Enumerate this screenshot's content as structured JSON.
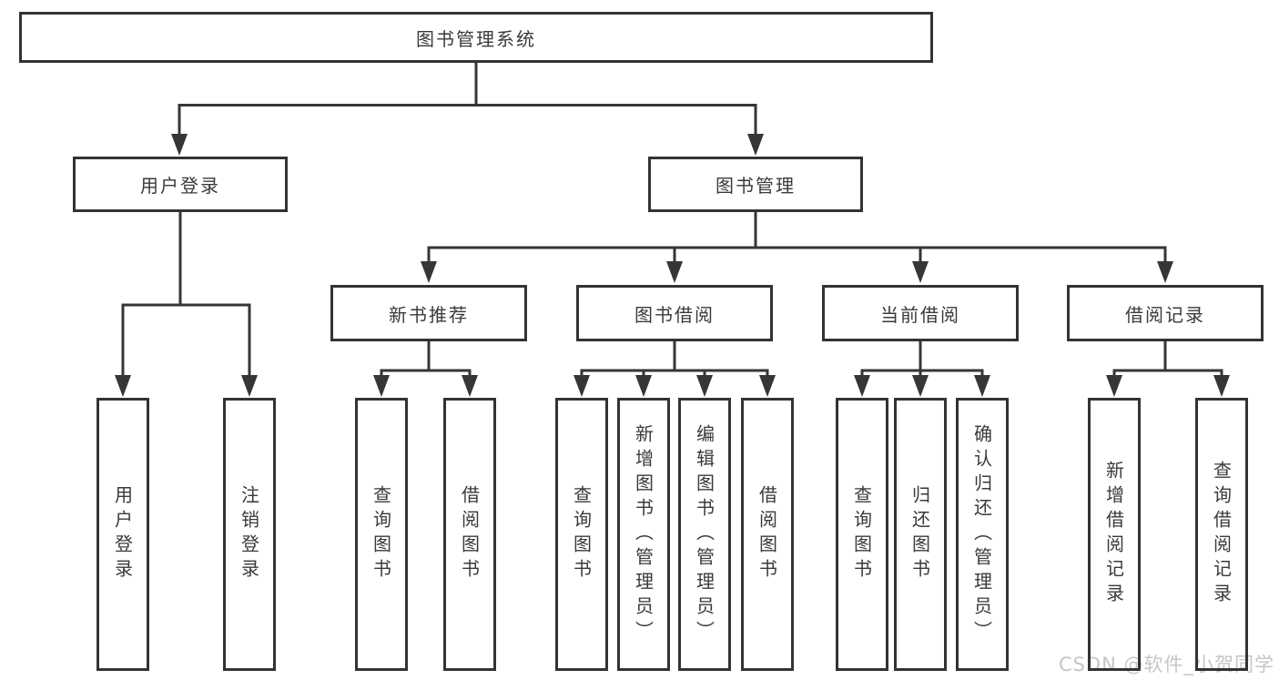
{
  "colors": {
    "line": "#363636",
    "box_border": "#333333",
    "text": "#3a3a3a",
    "background": "#ffffff",
    "watermark": "#c6c6c6"
  },
  "tree": {
    "root": {
      "label": "图书管理系统"
    },
    "branches": [
      {
        "label": "用户登录",
        "children": [
          {
            "label": "用户登录"
          },
          {
            "label": "注销登录"
          }
        ]
      },
      {
        "label": "图书管理",
        "children": [
          {
            "label": "新书推荐",
            "children": [
              {
                "label": "查询图书"
              },
              {
                "label": "借阅图书"
              }
            ]
          },
          {
            "label": "图书借阅",
            "children": [
              {
                "label": "查询图书"
              },
              {
                "label": "新增图书（管理员）"
              },
              {
                "label": "编辑图书（管理员）"
              },
              {
                "label": "借阅图书"
              }
            ]
          },
          {
            "label": "当前借阅",
            "children": [
              {
                "label": "查询图书"
              },
              {
                "label": "归还图书"
              },
              {
                "label": "确认归还（管理员）"
              }
            ]
          },
          {
            "label": "借阅记录",
            "children": [
              {
                "label": "新增借阅记录"
              },
              {
                "label": "查询借阅记录"
              }
            ]
          }
        ]
      }
    ]
  },
  "watermark": {
    "text": "CSDN @软件_小贺同学"
  }
}
